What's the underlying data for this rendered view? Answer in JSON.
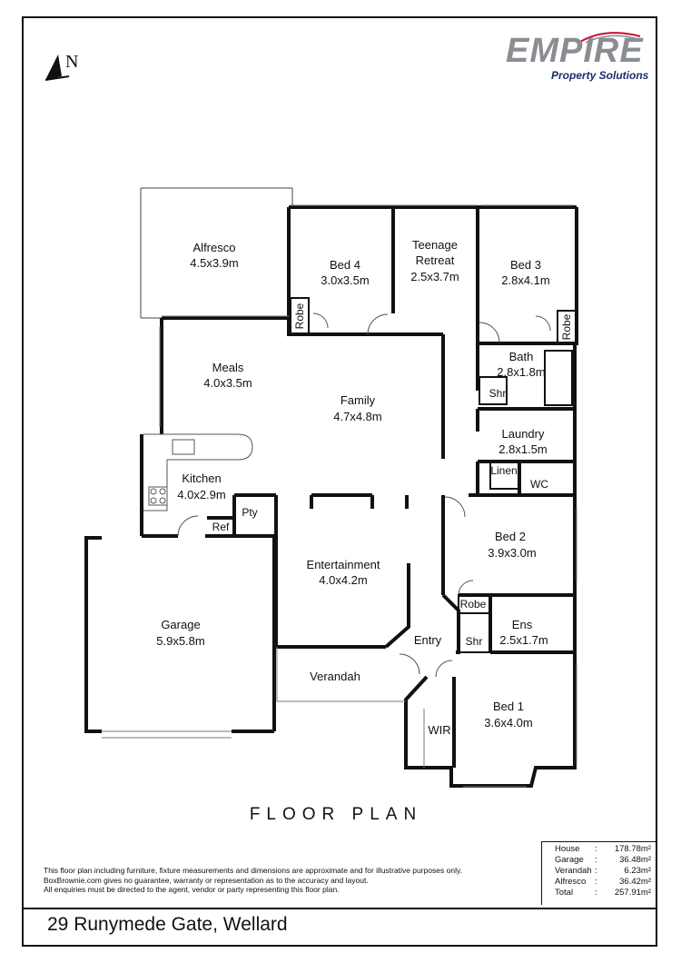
{
  "header": {
    "compass_letter": "N",
    "logo": {
      "brand": "EMPIRE",
      "tagline": "Property Solutions"
    }
  },
  "rooms": {
    "alfresco": {
      "name": "Alfresco",
      "dims": "4.5x3.9m"
    },
    "bed4": {
      "name": "Bed 4",
      "dims": "3.0x3.5m"
    },
    "teenage_retreat": {
      "name1": "Teenage",
      "name2": "Retreat",
      "dims": "2.5x3.7m"
    },
    "bed3": {
      "name": "Bed 3",
      "dims": "2.8x4.1m"
    },
    "meals": {
      "name": "Meals",
      "dims": "4.0x3.5m"
    },
    "family": {
      "name": "Family",
      "dims": "4.7x4.8m"
    },
    "bath": {
      "name": "Bath",
      "dims": "2.8x1.8m"
    },
    "laundry": {
      "name": "Laundry",
      "dims": "2.8x1.5m"
    },
    "kitchen": {
      "name": "Kitchen",
      "dims": "4.0x2.9m"
    },
    "bed2": {
      "name": "Bed 2",
      "dims": "3.9x3.0m"
    },
    "entertainment": {
      "name": "Entertainment",
      "dims": "4.0x4.2m"
    },
    "garage": {
      "name": "Garage",
      "dims": "5.9x5.8m"
    },
    "ensuite": {
      "name": "Ens",
      "dims": "2.5x1.7m"
    },
    "bed1": {
      "name": "Bed 1",
      "dims": "3.6x4.0m"
    },
    "entry": {
      "name": "Entry"
    },
    "verandah": {
      "name": "Verandah"
    },
    "wir": {
      "name": "WIR"
    }
  },
  "fixtures": {
    "robe_bed4": "Robe",
    "robe_bed3": "Robe",
    "robe_bed2": "Robe",
    "shr_bath": "Shr",
    "shr_ens": "Shr",
    "linen": "Linen",
    "wc": "WC",
    "pty": "Pty",
    "ref": "Ref"
  },
  "floor_plan_title": "FLOOR PLAN",
  "disclaimer": [
    "This floor plan including furniture, fixture measurements and dimensions are approximate and for illustrative purposes only.",
    "BoxBrownie.com gives no guarantee, warranty or representation as to the accuracy and layout.",
    "All enquiries must be directed to the agent, vendor or party representing this floor plan."
  ],
  "areas": [
    {
      "name": "House",
      "value": "178.78m²"
    },
    {
      "name": "Garage",
      "value": "36.48m²"
    },
    {
      "name": "Verandah",
      "value": "6.23m²"
    },
    {
      "name": "Alfresco",
      "value": "36.42m²"
    },
    {
      "name": "Total",
      "value": "257.91m²"
    }
  ],
  "address": "29 Runymede Gate, Wellard"
}
